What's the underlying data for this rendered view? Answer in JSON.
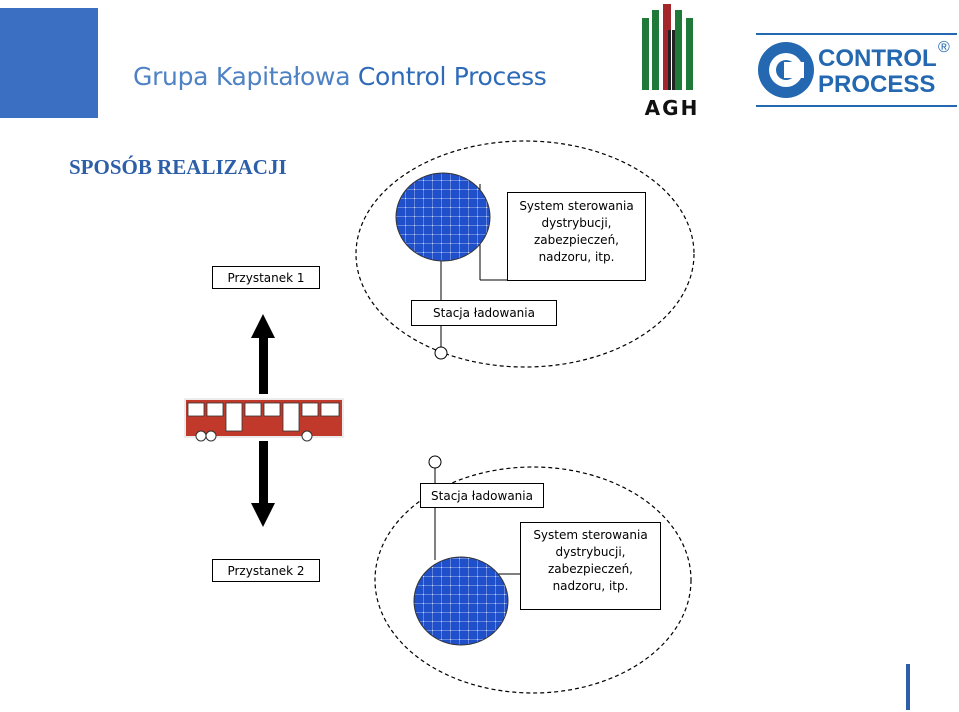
{
  "header": {
    "title_prefix": "Grupa Kapitałowa",
    "title_strong": "Control Process"
  },
  "section_title": "SPOSÓB REALIZACJI",
  "logos": {
    "agh_text": "AGH",
    "cp_line1": "CONTROL",
    "cp_line2": "PROCESS",
    "cp_registered": "®"
  },
  "diagram": {
    "stop1_label": "Przystanek 1",
    "stop2_label": "Przystanek 2",
    "station_top_label": "Stacja ładowania",
    "station_bottom_label": "Stacja ładowania",
    "system_top_lines": [
      "System sterowania",
      "dystrybucji,",
      "zabezpieczeń,",
      "nadzoru, itp."
    ],
    "system_bottom_lines": [
      "System sterowania",
      "dystrybucji,",
      "zabezpieczeń,",
      "nadzoru, itp."
    ]
  },
  "colors": {
    "brand_blue": "#3b6fc1",
    "title_blue": "#2d5ea8",
    "agh_green": "#1f7a3a",
    "agh_red": "#a3262a",
    "cp_blue": "#2368b0",
    "bus_red": "#c0392b",
    "solar_blue": "#1f4fc9"
  }
}
